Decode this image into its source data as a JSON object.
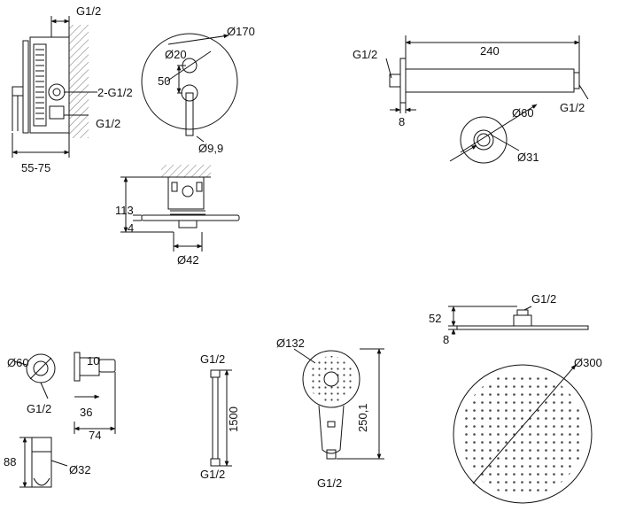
{
  "mixer": {
    "thread_top": "G1/2",
    "thread_right": "2-G1/2",
    "thread_bottom": "G1/2",
    "depth": "55-75"
  },
  "cover_plate": {
    "diameter": "Ø170",
    "knob_diameter": "Ø20",
    "offset": "50",
    "lever_diameter": "Ø9,9"
  },
  "mixer_side": {
    "height": "113",
    "plate_thickness": "4",
    "base_diameter": "Ø42"
  },
  "shower_arm": {
    "length": "240",
    "thread_left": "G1/2",
    "thread_right": "G1/2",
    "flange_thickness": "8",
    "flange_diameter": "Ø60",
    "pipe_diameter": "Ø31"
  },
  "wall_outlet": {
    "diameter": "Ø60",
    "thread": "G1/2",
    "depth_top": "10",
    "depth_mid": "36",
    "length": "74",
    "holder_height": "88",
    "holder_diameter": "Ø32"
  },
  "hose": {
    "thread_top": "G1/2",
    "length": "1500",
    "thread_bottom": "G1/2"
  },
  "hand_shower": {
    "diameter": "Ø132",
    "length": "250,1",
    "thread": "G1/2"
  },
  "overhead_shower": {
    "thread": "G1/2",
    "height": "52",
    "thickness": "8",
    "diameter": "Ø300"
  }
}
